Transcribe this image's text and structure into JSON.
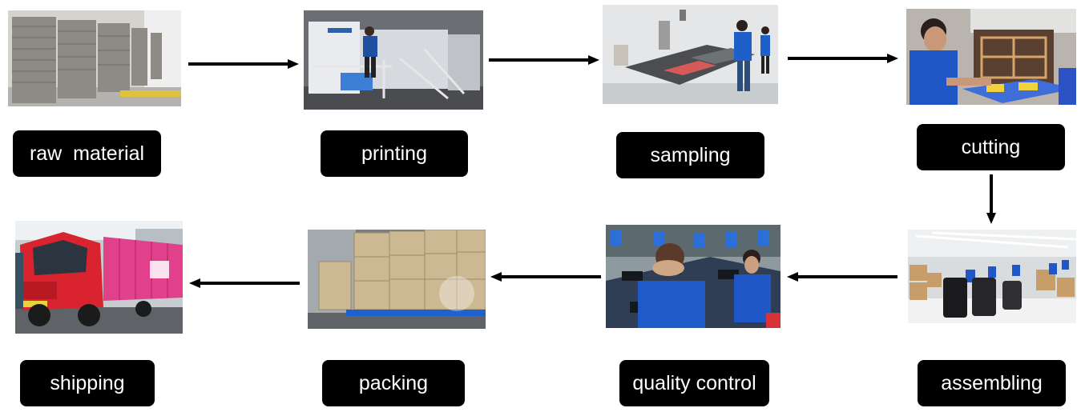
{
  "steps": [
    {
      "label": "raw  material"
    },
    {
      "label": "printing"
    },
    {
      "label": "sampling"
    },
    {
      "label": "cutting"
    },
    {
      "label": "assembling"
    },
    {
      "label": "quality control"
    },
    {
      "label": "packing"
    },
    {
      "label": "shipping"
    }
  ],
  "colors": {
    "label_bg": "#000000",
    "label_text": "#ffffff",
    "arrow": "#000000",
    "worker_shirt": "#1e5fc0",
    "truck_cab": "#d9232e",
    "container": "#e0418a",
    "carton": "#cdb894"
  }
}
